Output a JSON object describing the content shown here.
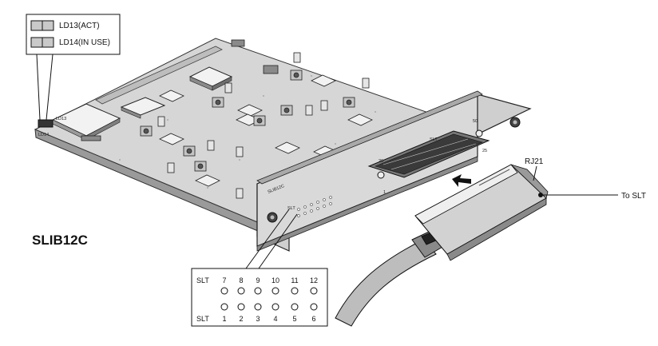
{
  "legend": {
    "items": [
      {
        "label": "LD13(ACT)",
        "color": "#c9c9c9"
      },
      {
        "label": "LD14(IN USE)",
        "color": "#c9c9c9"
      }
    ]
  },
  "board": {
    "led_tags": [
      "LD13",
      "LD14"
    ],
    "panel_title": "SLIB12C",
    "panel_slt": "SLT",
    "connector_label": "SLT",
    "pin_labels": {
      "p26": "26",
      "p50": "50",
      "p1": "1",
      "p25": "25"
    }
  },
  "card_name": "SLIB12C",
  "connector_name": "RJ21",
  "destination": "To SLT",
  "slot_panel": {
    "row_label": "SLT",
    "top_numbers": [
      "7",
      "8",
      "9",
      "10",
      "11",
      "12"
    ],
    "bottom_numbers": [
      "1",
      "2",
      "3",
      "4",
      "5",
      "6"
    ]
  },
  "colors": {
    "board": "#d6d6d6",
    "panel": "#cfcfcf",
    "chip": "#f2f2f2",
    "line": "#111111"
  }
}
